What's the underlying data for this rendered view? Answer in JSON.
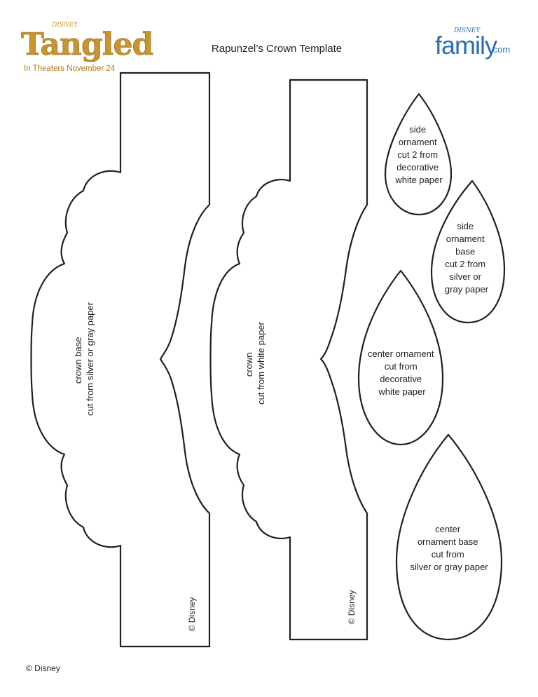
{
  "header": {
    "logo_brand": "DISNEY",
    "logo_title": "Tangled",
    "tagline": "In Theaters November 24",
    "title": "Rapunzel’s Crown Template",
    "family_brand": "DISNEY",
    "family_word": "family",
    "family_suffix": ".com"
  },
  "pieces": {
    "crown_base": {
      "line1": "crown base",
      "line2": "cut from silver or gray paper",
      "copyright": "© Disney"
    },
    "crown": {
      "line1": "crown",
      "line2": "cut from white paper",
      "copyright": "© Disney"
    },
    "side_ornament": {
      "lines": [
        "side",
        "ornament",
        "cut 2 from",
        "decorative",
        "white paper"
      ]
    },
    "side_ornament_base": {
      "lines": [
        "side",
        "ornament",
        "base",
        "cut 2 from",
        "silver or",
        "gray paper"
      ]
    },
    "center_ornament": {
      "lines": [
        "center ornament",
        "cut from",
        "decorative",
        "white paper"
      ]
    },
    "center_ornament_base": {
      "lines": [
        "center",
        "ornament base",
        "cut from",
        "silver or gray paper"
      ]
    }
  },
  "footer": {
    "copyright": "© Disney"
  }
}
